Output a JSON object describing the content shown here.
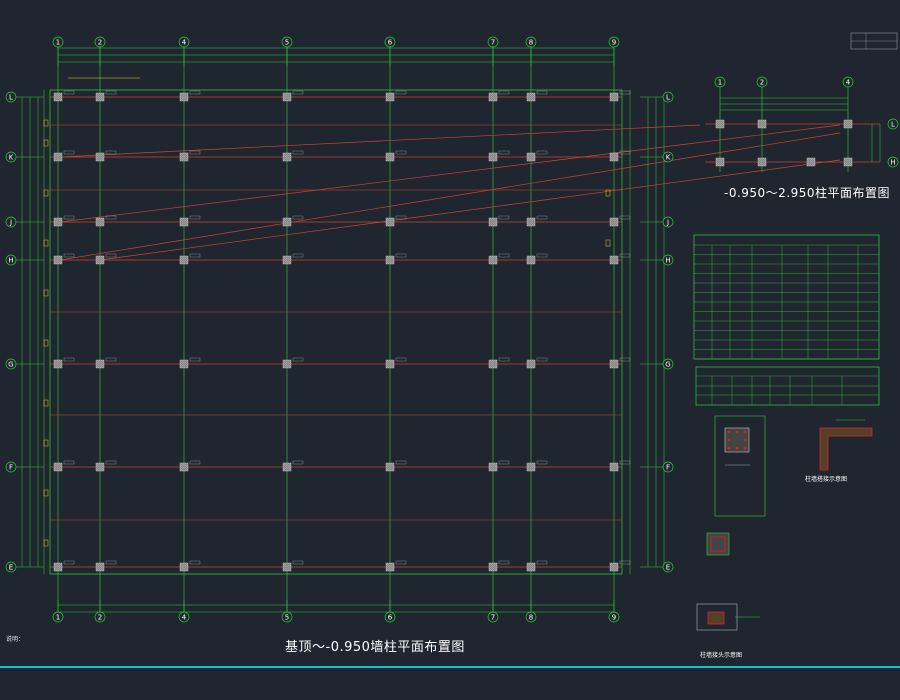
{
  "main_title": "基顶～-0.950墙柱平面布置图",
  "sub_title": "-0.950～2.950柱平面布置图",
  "axis_x_labels": [
    "1",
    "2",
    "4",
    "5",
    "6",
    "7",
    "8",
    "9"
  ],
  "axis_y_labels": [
    "L",
    "K",
    "J",
    "H",
    "G",
    "F",
    "E"
  ],
  "sub_axis_x_labels": [
    "1",
    "2",
    "4"
  ],
  "sub_axis_y_labels": [
    "L",
    "H"
  ],
  "detail_captions": [
    "柱墙搭接示意图",
    "柱墙接头示意图"
  ],
  "notes_title": "说明：",
  "colors": {
    "background": "#1f2630",
    "axis_green": "#2fd02f",
    "grid_red": "#d0452a",
    "column_gray": "#9a9a9a",
    "rebar_red": "#e02020",
    "text_white": "#ffffff",
    "cyan_band": "#00c8d8",
    "leader_yellow": "#e8d020"
  }
}
